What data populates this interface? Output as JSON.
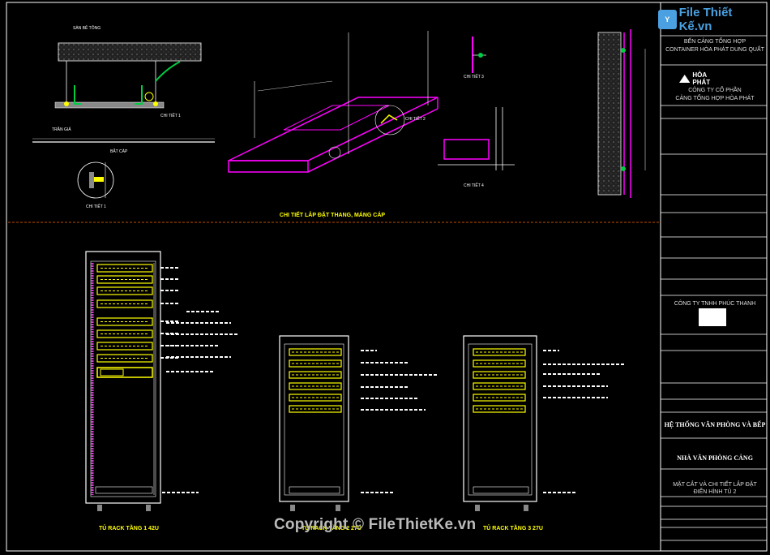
{
  "watermark": {
    "badge": "Y",
    "text": "File Thiết Kế.vn"
  },
  "copyright": "Copyright © FileThietKe.vn",
  "section_title": "CHI TIẾT LẮP ĐẶT THANG, MÁNG CÁP",
  "racks": [
    {
      "label": "TỦ RACK TẦNG 1 42U"
    },
    {
      "label": "TỦ RACK TẦNG 2 27U"
    },
    {
      "label": "TỦ RACK TẦNG 3 27U"
    }
  ],
  "detail_labels": {
    "san": "SÀN BÊ TÔNG",
    "chi_tiet_1": "CHI TIẾT 1",
    "chi_tiet_2": "CHI TIẾT 2",
    "chi_tiet_3": "CHI TIẾT 3",
    "chi_tiet_4": "CHI TIẾT 4",
    "tran": "TRẦN GIẢ",
    "bat_cap": "BẮT CÁP"
  },
  "title_block": {
    "project_line1": "BẾN CẢNG TỔNG HỢP",
    "project_line2": "CONTAINER HÒA PHÁT DUNG QUẤT",
    "owner_line1": "CÔNG TY CỔ PHẦN",
    "owner_line2": "CẢNG TỔNG HỢP HÒA PHÁT",
    "logo_text": "HÒA PHÁT",
    "contractor": "CÔNG TY TNHH PHÚC THANH",
    "system": "HỆ THỐNG VĂN PHÒNG VÀ BẾP",
    "building": "NHÀ VĂN PHÒNG CẢNG",
    "drawing_line1": "MẶT CẮT VÀ CHI TIẾT LẮP ĐẶT",
    "drawing_line2": "ĐIỂN HÌNH TỦ 2"
  },
  "colors": {
    "cable_tray": "#ff00ff",
    "equipment": "#ffff00",
    "lines": "#ffffff",
    "frame": "#ffffff"
  }
}
